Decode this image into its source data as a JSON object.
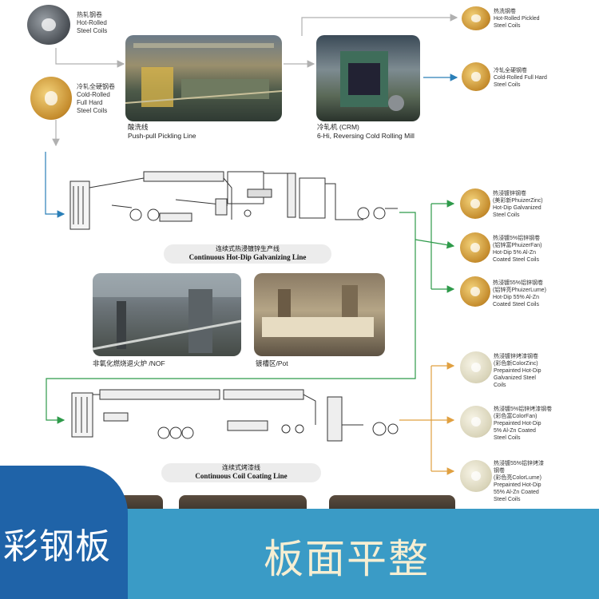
{
  "inputs": {
    "hot_rolled": {
      "cn": "热轧钢卷",
      "en1": "Hot-Rolled",
      "en2": "Steel Coils"
    },
    "cold_rolled": {
      "cn": "冷轧全硬钢卷",
      "en1": "Cold-Rolled",
      "en2": "Full Hard",
      "en3": "Steel Coils"
    }
  },
  "pickling": {
    "cn": "酸洗线",
    "en": "Push-pull Pickling Line"
  },
  "crm": {
    "cn": "冷轧机 (CRM)",
    "en": "6-Hi, Reversing Cold Rolling Mill"
  },
  "products_top": [
    {
      "cn": "热洗钢卷",
      "en1": "Hot-Rolled Pickled",
      "en2": "Steel Coils"
    },
    {
      "cn": "冷轧全硬钢卷",
      "en1": "Cold-Rolled Full Hard",
      "en2": "Steel Coils"
    }
  ],
  "galv_line": {
    "cn": "连续式热浸镀锌生产线",
    "en": "Continuous Hot-Dip Galvanizing Line"
  },
  "galv_products": [
    {
      "l1": "热浸镀锌钢卷",
      "l2": "(美彩新PhuizerZinc)",
      "l3": "Hot-Dip Galvanized",
      "l4": "Steel Coils"
    },
    {
      "l1": "热浸镀5%铝锌钢卷",
      "l2": "(铝锌富PhuizerFan)",
      "l3": "Hot-Dip 5% Al-Zn",
      "l4": "Coated Steel Coils"
    },
    {
      "l1": "热浸镀55%铝锌钢卷",
      "l2": "(铝锌亮PhuizerLume)",
      "l3": "Hot-Dip 55% Al-Zn",
      "l4": "Coated Steel Coils"
    }
  ],
  "photos_mid": [
    {
      "cap": "非氧化燃烧退火炉 /NOF"
    },
    {
      "cap": "镀槽区/Pot"
    }
  ],
  "coat_line": {
    "cn": "连续式烤漆线",
    "en": "Continuous Coil Coating Line"
  },
  "coat_products": [
    {
      "l1": "热浸镀锌烤漆钢卷",
      "l2": "(彩色新ColorZinc)",
      "l3": "Prepainted Hot-Dip",
      "l4": "Galvanized Steel",
      "l5": "Coils"
    },
    {
      "l1": "热浸镀5%铝锌烤漆钢卷",
      "l2": "(彩色富ColorFan)",
      "l3": "Prepainted Hot-Dip",
      "l4": "5% Al-Zn Coated",
      "l5": "Steel Coils"
    },
    {
      "l1": "热浸镀55%铝锌烤漆",
      "l2": "钢卷",
      "l3": "(彩色亮ColorLume)",
      "l4": "Prepainted Hot-Dip",
      "l5": "55% Al-Zn Coated",
      "l6": "Steel Coils"
    }
  ],
  "banner": {
    "left": "彩钢板",
    "right": "板面平整"
  },
  "colors": {
    "blue_arrow": "#2a7fb8",
    "green_arrow": "#2e9a4a",
    "orange_arrow": "#e0a040",
    "banner": "#3a9bc6",
    "tag": "#1f63a8"
  }
}
